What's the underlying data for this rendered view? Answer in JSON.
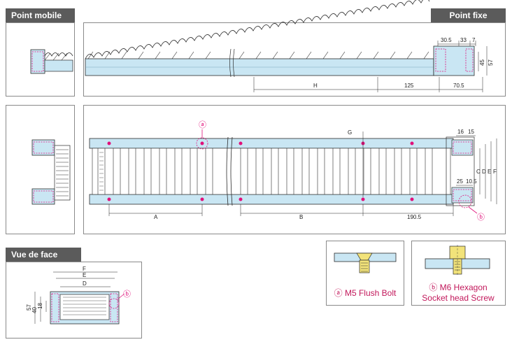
{
  "tabs": {
    "point_mobile": "Point mobile",
    "point_fixe": "Point fixe",
    "vue_de_face": "Vue de face"
  },
  "side_view": {
    "dims": {
      "d30_5": "30.5",
      "d33": "33",
      "d7": "7",
      "d45": "45",
      "d57": "57",
      "H": "H",
      "d125": "125",
      "d70_5": "70.5"
    }
  },
  "top_view": {
    "dims": {
      "G": "G",
      "d16": "16",
      "d15": "15",
      "C": "C",
      "D": "D",
      "E": "E",
      "F": "F",
      "d25": "25",
      "d10_5": "10.5",
      "A": "A",
      "B": "B",
      "d190_5": "190.5"
    },
    "markers": {
      "a": "ⓐ",
      "b": "ⓑ"
    }
  },
  "front_view": {
    "dims": {
      "F": "F",
      "E": "E",
      "D": "D",
      "d57": "57",
      "d40": "40",
      "d18": "18"
    },
    "marker_b": "ⓑ"
  },
  "details": {
    "flush_bolt": {
      "line": "ⓐ M5 Flush Bolt"
    },
    "hex_screw": {
      "line1": "ⓑ M6 Hexagon",
      "line2": "Socket head Screw"
    }
  },
  "colors": {
    "chain": "#c9e6f3",
    "outline": "#2b2b2b",
    "accent": "#e0107a",
    "tab": "#5b5b5b"
  }
}
